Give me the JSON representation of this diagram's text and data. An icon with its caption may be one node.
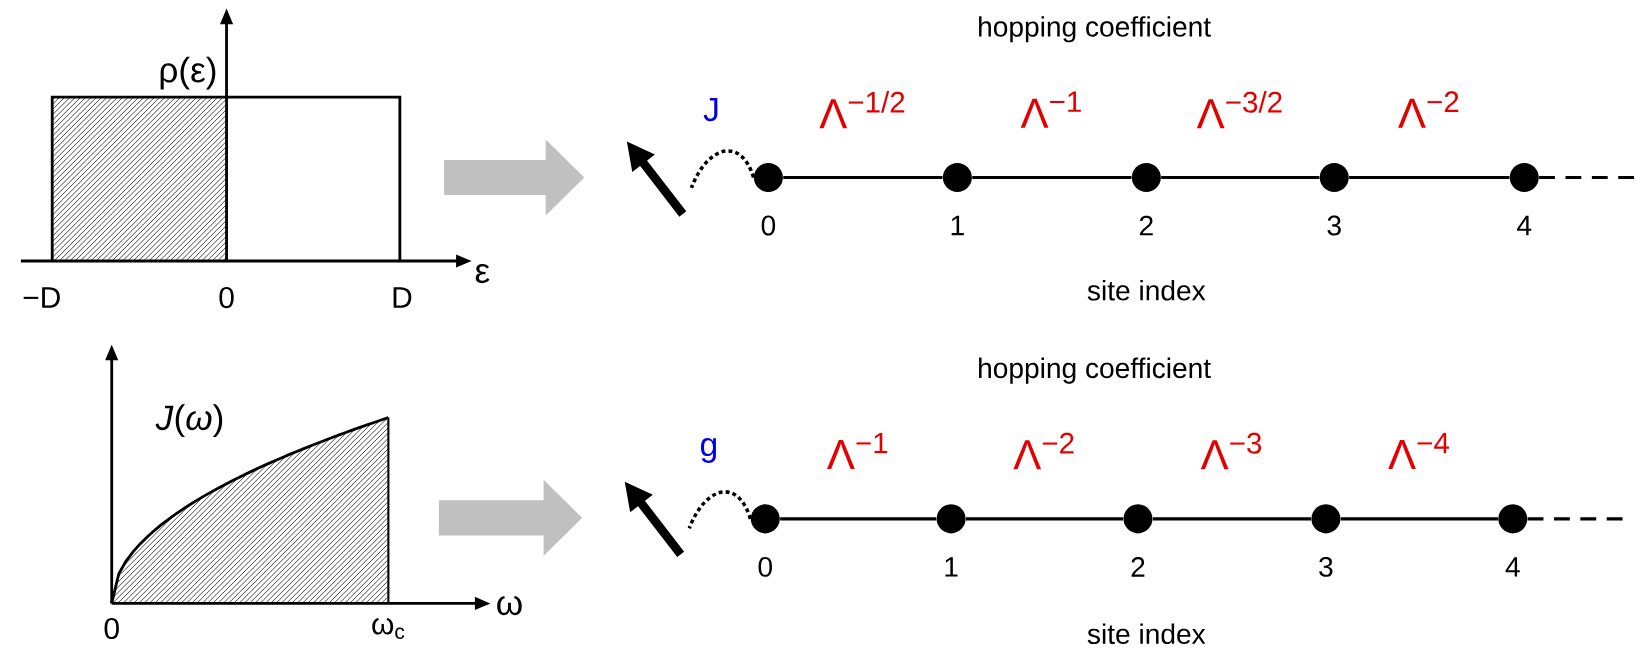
{
  "diagram": {
    "nodes": [
      {
        "text": [],
        "shape": "picture"
      },
      {
        "text": [],
        "shape": "arrow"
      },
      {
        "text": [],
        "shape": "circle",
        "beside": [
          "0"
        ]
      },
      {
        "text": [],
        "shape": "circle",
        "beside": [
          "1"
        ]
      },
      {
        "text": [],
        "shape": "circle",
        "beside": [
          "2"
        ]
      },
      {
        "text": [],
        "shape": "circle",
        "beside": [
          "3"
        ]
      },
      {
        "text": [],
        "shape": "circle",
        "beside": [
          "4"
        ]
      },
      {
        "text": [],
        "shape": "picture"
      },
      {
        "text": [],
        "shape": "arrow"
      },
      {
        "text": [],
        "shape": "circle",
        "beside": [
          "0"
        ]
      },
      {
        "text": [],
        "shape": "circle",
        "beside": [
          "1"
        ]
      },
      {
        "text": [],
        "shape": "circle",
        "beside": [
          "2"
        ]
      },
      {
        "text": [],
        "shape": "circle",
        "beside": [
          "3"
        ]
      },
      {
        "text": [],
        "shape": "circle",
        "beside": [
          "4"
        ]
      }
    ],
    "edges": [
      {
        "from": 0,
        "to": 1,
        "arrow": "to",
        "style": "thick",
        "color": "#c0c0c0"
      },
      {
        "from": 2,
        "to": 1,
        "arrow": "none",
        "style": "dashed",
        "label": "J"
      },
      {
        "from": 2,
        "to": 3,
        "arrow": "none",
        "label": "Λ$^{−1/2}$"
      },
      {
        "from": 3,
        "to": 4,
        "arrow": "none",
        "label": "Λ$^{−1}$"
      },
      {
        "from": 4,
        "to": 5,
        "arrow": "none",
        "label": "Λ$^{−3/2}$"
      },
      {
        "from": 5,
        "to": 6,
        "arrow": "none",
        "label": "Λ$^{−2}$"
      },
      {
        "from": 6,
        "to": null,
        "arrow": "none",
        "style": "dashed"
      },
      {
        "from": 7,
        "to": 8,
        "arrow": "to",
        "style": "thick",
        "color": "#c0c0c0"
      },
      {
        "from": 9,
        "to": 8,
        "arrow": "none",
        "style": "dashed",
        "label": "g"
      },
      {
        "from": 9,
        "to": 10,
        "arrow": "none",
        "label": "Λ$^{−1}$"
      },
      {
        "from": 10,
        "to": 11,
        "arrow": "none",
        "label": "Λ$^{−2}$"
      },
      {
        "from": 11,
        "to": 12,
        "arrow": "none",
        "label": "Λ$^{−3}$"
      },
      {
        "from": 12,
        "to": 13,
        "arrow": "none",
        "label": "Λ$^{−4}$"
      },
      {
        "from": 13,
        "to": null,
        "arrow": "none",
        "style": "dashed"
      }
    ],
    "labels": [
      "ρ(ε)",
      "hopping coefficient",
      "ε",
      "−D",
      "0",
      "D",
      "site index",
      "hopping coefficient",
      "*J*(*ω*)",
      "ω",
      "0",
      "ω$_{c}$",
      "site index"
    ]
  }
}
